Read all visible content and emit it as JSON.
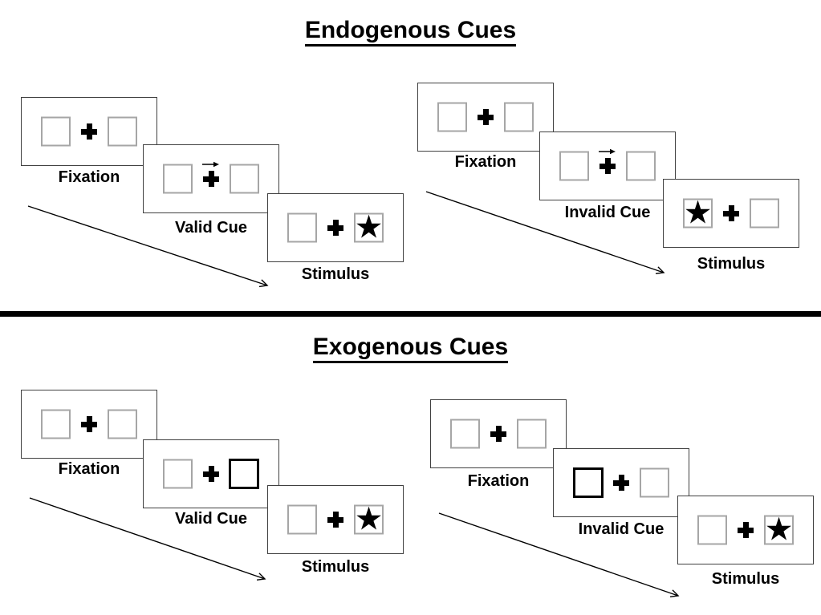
{
  "sections": [
    {
      "title": "Endogenous Cues",
      "panels": [
        {
          "name": "valid",
          "screens": [
            {
              "label": "Fixation",
              "left_box": "empty",
              "right_box": "empty",
              "cue": "none"
            },
            {
              "label": "Valid Cue",
              "left_box": "empty",
              "right_box": "empty",
              "cue": "arrow-right-above-fixation"
            },
            {
              "label": "Stimulus",
              "left_box": "empty",
              "right_box": "star",
              "cue": "none"
            }
          ]
        },
        {
          "name": "invalid",
          "screens": [
            {
              "label": "Fixation",
              "left_box": "empty",
              "right_box": "empty",
              "cue": "none"
            },
            {
              "label": "Invalid Cue",
              "left_box": "empty",
              "right_box": "empty",
              "cue": "arrow-right-above-fixation"
            },
            {
              "label": "Stimulus",
              "left_box": "star",
              "right_box": "empty",
              "cue": "none"
            }
          ]
        }
      ]
    },
    {
      "title": "Exogenous Cues",
      "panels": [
        {
          "name": "valid",
          "screens": [
            {
              "label": "Fixation",
              "left_box": "empty",
              "right_box": "empty",
              "cue": "none"
            },
            {
              "label": "Valid Cue",
              "left_box": "empty",
              "right_box": "highlighted",
              "cue": "bold-right-box"
            },
            {
              "label": "Stimulus",
              "left_box": "empty",
              "right_box": "star",
              "cue": "none"
            }
          ]
        },
        {
          "name": "invalid",
          "screens": [
            {
              "label": "Fixation",
              "left_box": "empty",
              "right_box": "empty",
              "cue": "none"
            },
            {
              "label": "Invalid Cue",
              "left_box": "highlighted",
              "right_box": "empty",
              "cue": "bold-left-box"
            },
            {
              "label": "Stimulus",
              "left_box": "empty",
              "right_box": "star",
              "cue": "none"
            }
          ]
        }
      ]
    }
  ],
  "glyphs": {
    "star": "★"
  },
  "colors": {
    "background": "#ffffff",
    "ink": "#000000",
    "screen_border": "#404040",
    "placeholder_border": "#a6a6a6",
    "highlight_border": "#000000"
  }
}
